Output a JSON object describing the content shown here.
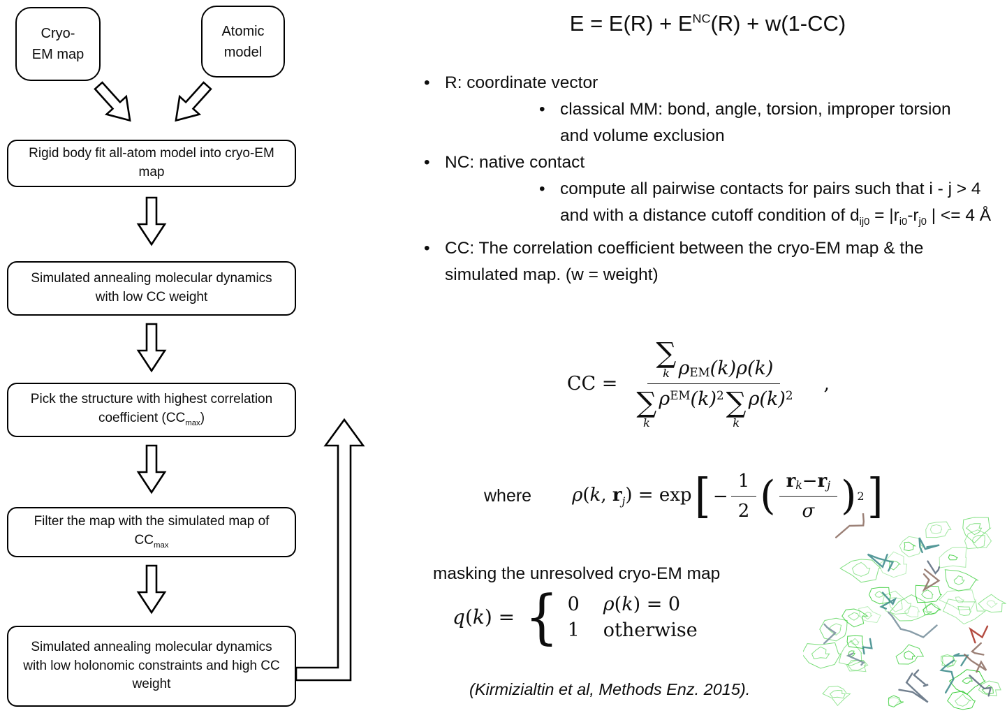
{
  "ui": {
    "bullet": "•"
  },
  "flowchart": {
    "inputs": [
      {
        "label": "Cryo-\nEM map"
      },
      {
        "label": "Atomic\nmodel"
      }
    ],
    "steps": [
      {
        "rich": [
          [
            "n",
            "Rigid body fit all-atom model into cryo-EM map"
          ]
        ]
      },
      {
        "rich": [
          [
            "n",
            "Simulated annealing molecular dynamics with low CC weight"
          ]
        ]
      },
      {
        "rich": [
          [
            "n",
            "Pick the structure with highest correlation coefficient (CC"
          ],
          [
            "sub",
            "max"
          ],
          [
            "n",
            ")"
          ]
        ]
      },
      {
        "rich": [
          [
            "n",
            "Filter the map with the simulated map of CC"
          ],
          [
            "sub",
            "max"
          ]
        ]
      },
      {
        "rich": [
          [
            "n",
            "Simulated annealing molecular dynamics with low holonomic constraints and high CC weight"
          ]
        ]
      }
    ]
  },
  "bullets": [
    {
      "level": 1,
      "rich": [
        [
          "n",
          "R: coordinate vector"
        ]
      ]
    },
    {
      "level": 2,
      "rich": [
        [
          "n",
          "classical MM: bond, angle, torsion, improper torsion and volume exclusion"
        ]
      ]
    },
    {
      "level": 1,
      "rich": [
        [
          "n",
          "NC: native contact"
        ]
      ]
    },
    {
      "level": 2,
      "rich": [
        [
          "n",
          "compute all pairwise contacts for pairs such that i - j > 4 and with a distance cutoff condition of d"
        ],
        [
          "sub",
          "ij0"
        ],
        [
          "n",
          " = |r"
        ],
        [
          "sub",
          "i0"
        ],
        [
          "n",
          "-r"
        ],
        [
          "sub",
          "j0"
        ],
        [
          "n",
          " | <= 4 Å"
        ]
      ]
    },
    {
      "level": 1,
      "rich": [
        [
          "n",
          "CC: The correlation coefficient between the cryo-EM map & the simulated map. (w = weight)"
        ]
      ]
    }
  ],
  "equations": {
    "energy": [
      [
        "n",
        "E = E(R) + E"
      ],
      [
        "sup",
        "NC"
      ],
      [
        "n",
        "(R) + w(1-CC)"
      ]
    ],
    "cc": {
      "lhs": [
        [
          "n",
          "CC ="
        ]
      ],
      "numerator": [
        [
          "sum",
          "k"
        ],
        [
          "i",
          "ρ"
        ],
        [
          "sup",
          "EM"
        ],
        [
          "i",
          "(k)ρ(k)"
        ]
      ],
      "denominator": [
        [
          "sum",
          "k"
        ],
        [
          "i",
          "ρ"
        ],
        [
          "sup",
          "EM"
        ],
        [
          "i",
          "(k)"
        ],
        [
          "sup",
          "2"
        ],
        [
          "sum",
          "k"
        ],
        [
          "i",
          "ρ(k)"
        ],
        [
          "sup",
          "2"
        ]
      ],
      "trailing": ","
    },
    "where_label": "where",
    "rho": {
      "lhs": [
        [
          "i",
          "ρ"
        ],
        [
          "n",
          "("
        ],
        [
          "i",
          "k"
        ],
        [
          "n",
          ", "
        ],
        [
          "b",
          "r"
        ],
        [
          "subi",
          "j"
        ],
        [
          "n",
          ") = exp"
        ]
      ],
      "open_bracket": "[",
      "minus": "−",
      "half_num": "1",
      "half_den": "2",
      "open_paren": "(",
      "frac_num": [
        [
          "b",
          "r"
        ],
        [
          "subi",
          "k"
        ],
        [
          "n",
          " − "
        ],
        [
          "b",
          "r"
        ],
        [
          "subi",
          "j"
        ]
      ],
      "frac_den": [
        [
          "i",
          "σ"
        ]
      ],
      "close_paren": ")",
      "power": "2",
      "close_bracket": "]"
    },
    "masking_label": "masking the unresolved cryo-EM map",
    "mask": {
      "lhs": [
        [
          "i",
          "q"
        ],
        [
          "n",
          "("
        ],
        [
          "i",
          "k"
        ],
        [
          "n",
          ") ="
        ]
      ],
      "brace": "{",
      "cases": [
        {
          "value": "0",
          "condition_rich": [
            [
              "i",
              "ρ"
            ],
            [
              "n",
              "("
            ],
            [
              "i",
              "k"
            ],
            [
              "n",
              ") = 0"
            ]
          ]
        },
        {
          "value": "1",
          "condition_rich": [
            [
              "n",
              "otherwise"
            ]
          ]
        }
      ]
    }
  },
  "citation": "(Kirmizialtin et al, Methods Enz. 2015)."
}
